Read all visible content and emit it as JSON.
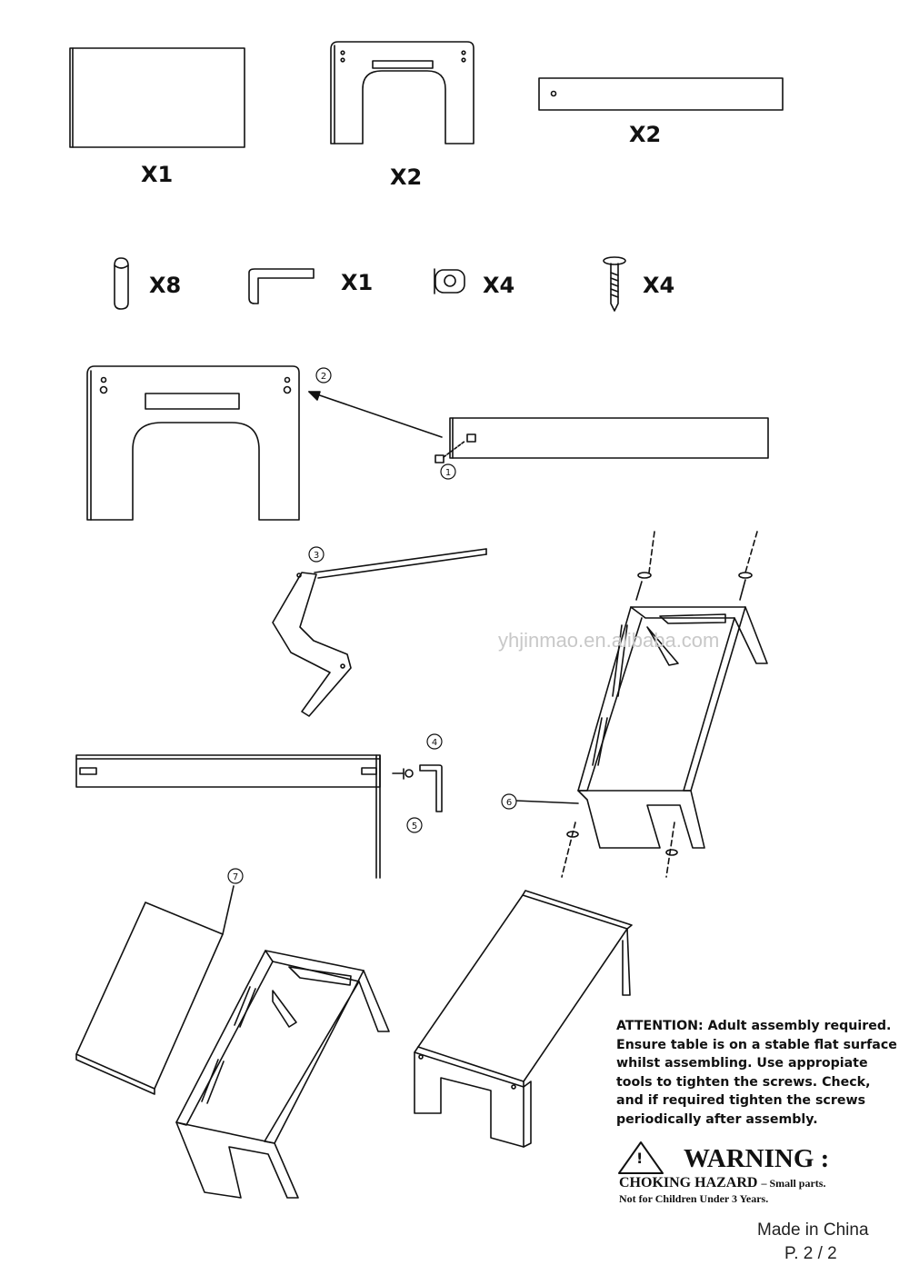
{
  "parts": [
    {
      "id": "tabletop",
      "qty": "X1"
    },
    {
      "id": "end-panel",
      "qty": "X2"
    },
    {
      "id": "side-rail",
      "qty": "X2"
    }
  ],
  "hardware": [
    {
      "id": "wooden-dowel",
      "qty": "X8"
    },
    {
      "id": "allen-key",
      "qty": "X1"
    },
    {
      "id": "cam-nut",
      "qty": "X4"
    },
    {
      "id": "bolt",
      "qty": "X4"
    }
  ],
  "steps": [
    "1",
    "2",
    "3",
    "4",
    "5",
    "6",
    "7"
  ],
  "watermark": "yhjinmao.en.alibaba.com",
  "notice": {
    "attention": "ATTENTION: Adult assembly required. Ensure table is on a stable flat surface whilst assembling. Use appropiate tools to tighten the screws. Check, and if required tighten the screws periodically after assembly.",
    "warning_symbol": "!",
    "warning_title": "WARNING :",
    "hazard": "CHOKING HAZARD",
    "hazard_detail": "– Small parts.",
    "age_notice": "Not for Children Under 3 Years."
  },
  "footer": {
    "origin": "Made in China",
    "page": "P.  2 / 2"
  }
}
